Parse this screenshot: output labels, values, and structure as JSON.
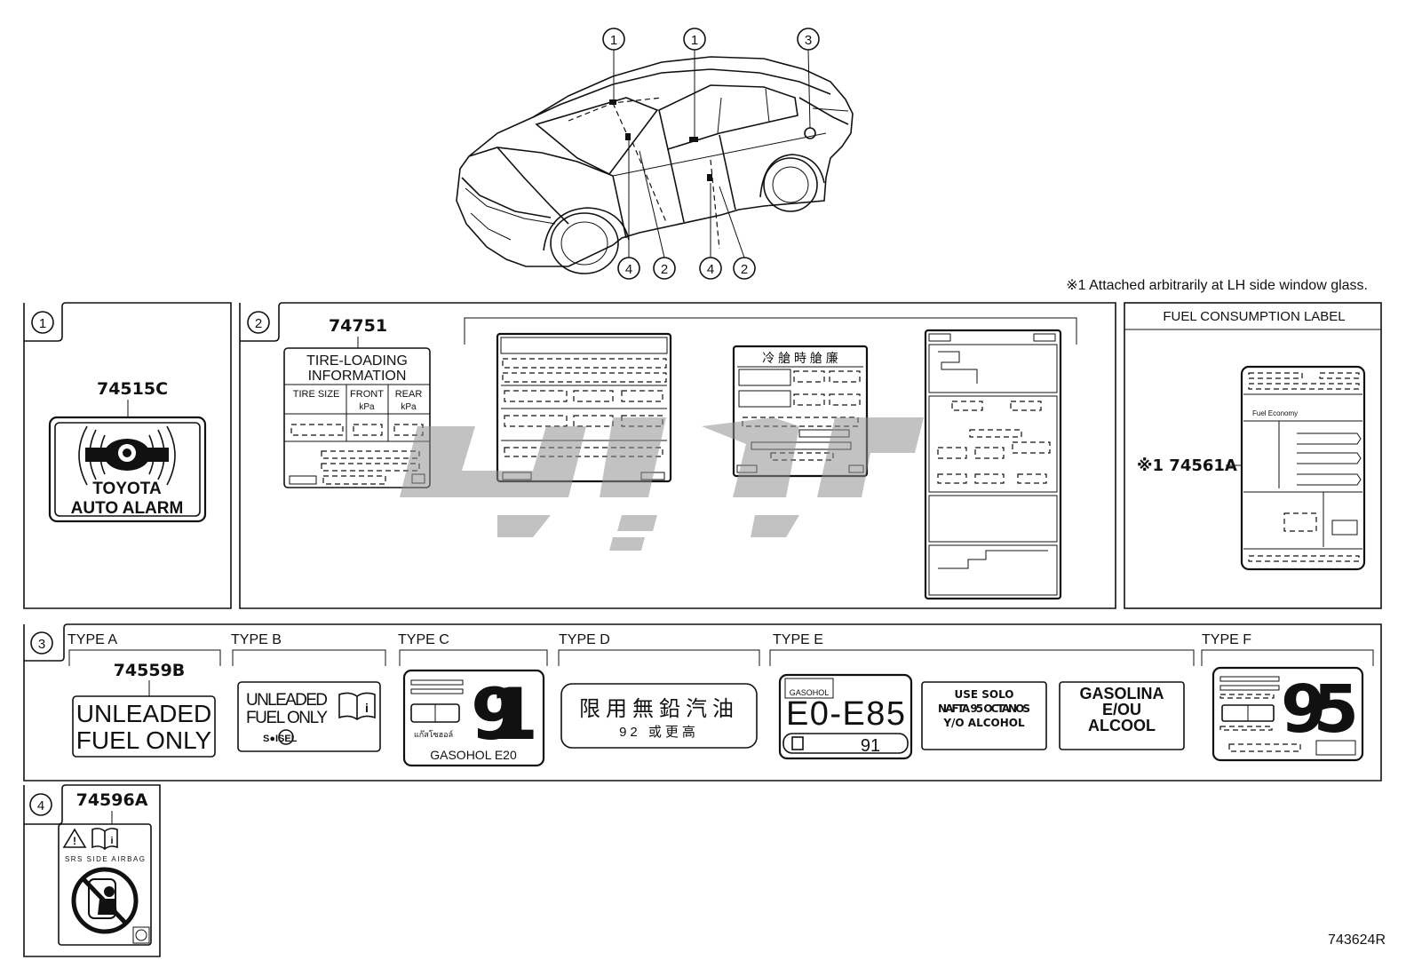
{
  "callout_numbers": [
    "1",
    "2",
    "3",
    "4"
  ],
  "note": "※1  Attached arbitrarily at LH side window glass.",
  "panel1": {
    "part_no": "74515C",
    "label_line1": "TOYOTA",
    "label_line2": "AUTO ALARM"
  },
  "panel2": {
    "part_no": "74751",
    "tire_title_1": "TIRE-LOADING",
    "tire_title_2": "INFORMATION",
    "col_tire_size": "TIRE SIZE",
    "col_front": "FRONT",
    "col_rear": "REAR",
    "unit": "kPa",
    "jp_header": "冷 艙 時 艙 廉"
  },
  "panel_fuel": {
    "title": "FUEL CONSUMPTION LABEL",
    "part_no": "※1 74561A",
    "fuel_economy": "Fuel Economy"
  },
  "panel3": {
    "part_no": "74559B",
    "types": [
      "TYPE A",
      "TYPE B",
      "TYPE C",
      "TYPE D",
      "TYPE E",
      "TYPE F"
    ],
    "typeA_line1": "UNLEADED",
    "typeA_line2": "FUEL ONLY",
    "typeB_line1": "UNLEADED",
    "typeB_line2": "FUEL ONLY",
    "typeB_logo": "S●ISEL",
    "typeC_number": "91",
    "typeC_thai": "แก๊สโซฮอล์",
    "typeC_bottom": "GASOHOL  E20",
    "typeD_line1": "限用無鉛汽油",
    "typeD_line2": "92 或更高",
    "typeE_badge": "GASOHOL",
    "typeE_main": "E0-E85",
    "typeE_number": "91",
    "typeE2_line1": "USE SOLO",
    "typeE2_line2": "NAFTA 95 OCTANOS",
    "typeE2_line3": "Y/O ALCOHOL",
    "typeE3_line1": "GASOLINA",
    "typeE3_line2": "E/OU",
    "typeE3_line3": "ALCOOL",
    "typeF_number": "95"
  },
  "panel4": {
    "part_no": "74596A",
    "srs_text": "SRS  SIDE  AIRBAG"
  },
  "figure_id": "743624R"
}
